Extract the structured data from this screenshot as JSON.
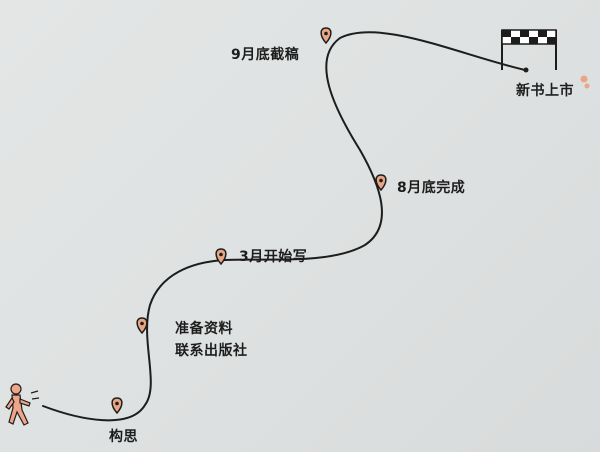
{
  "milestones": [
    {
      "id": "idea",
      "text": "构思"
    },
    {
      "id": "materials-1",
      "text": "准备资料"
    },
    {
      "id": "materials-2",
      "text": "联系出版社"
    },
    {
      "id": "writing",
      "text": "3月开始写"
    },
    {
      "id": "done",
      "text": "8月底完成"
    },
    {
      "id": "submit",
      "text": "9月底截稿"
    },
    {
      "id": "launch",
      "text": "新书上市"
    }
  ],
  "colors": {
    "paper": "#e1e3e3",
    "ink": "#1d1d1d",
    "pin": "#e9a584",
    "runner": "#efa589"
  },
  "icons": [
    "runner-icon",
    "location-pin-icon",
    "finish-flag-icon"
  ]
}
